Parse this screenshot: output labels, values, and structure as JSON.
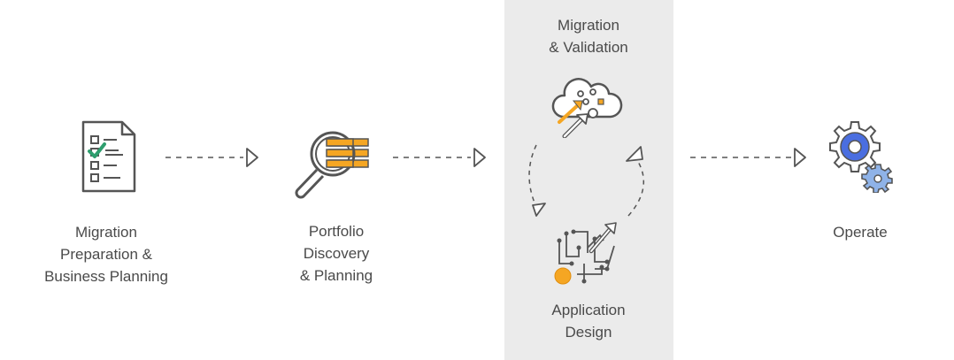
{
  "steps": {
    "prep": {
      "label": "Migration\nPreparation &\nBusiness Planning",
      "icon": "checklist-document-icon"
    },
    "portfolio": {
      "label": "Portfolio\nDiscovery\n& Planning",
      "icon": "magnifying-glass-icon"
    },
    "validation": {
      "label": "Migration\n& Validation",
      "icon": "cloud-migration-icon"
    },
    "design": {
      "label": "Application\nDesign",
      "icon": "circuit-design-icon"
    },
    "operate": {
      "label": "Operate",
      "icon": "gears-icon"
    }
  },
  "colors": {
    "accent_orange": "#f5a623",
    "accent_green": "#2e9e6e",
    "accent_blue": "#4a6ee0",
    "light_blue": "#8fb3e8",
    "outline": "#555555",
    "panel": "#ebebeb"
  }
}
